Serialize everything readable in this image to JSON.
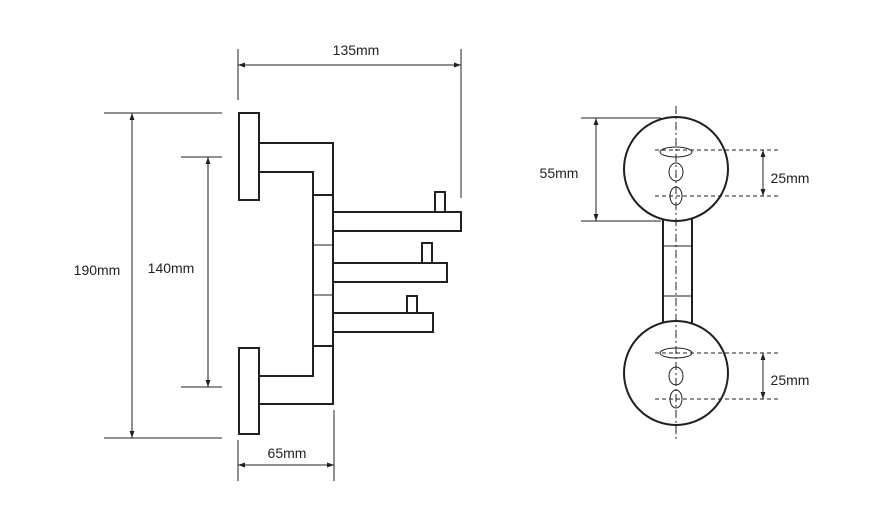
{
  "dimensions": {
    "width_top": "135mm",
    "height_outer": "190mm",
    "height_inner": "140mm",
    "depth_bottom": "65mm",
    "plate_diameter": "55mm",
    "hole_spacing_top": "25mm",
    "hole_spacing_bottom": "25mm"
  },
  "colors": {
    "line": "#231f20",
    "background": "#ffffff"
  }
}
